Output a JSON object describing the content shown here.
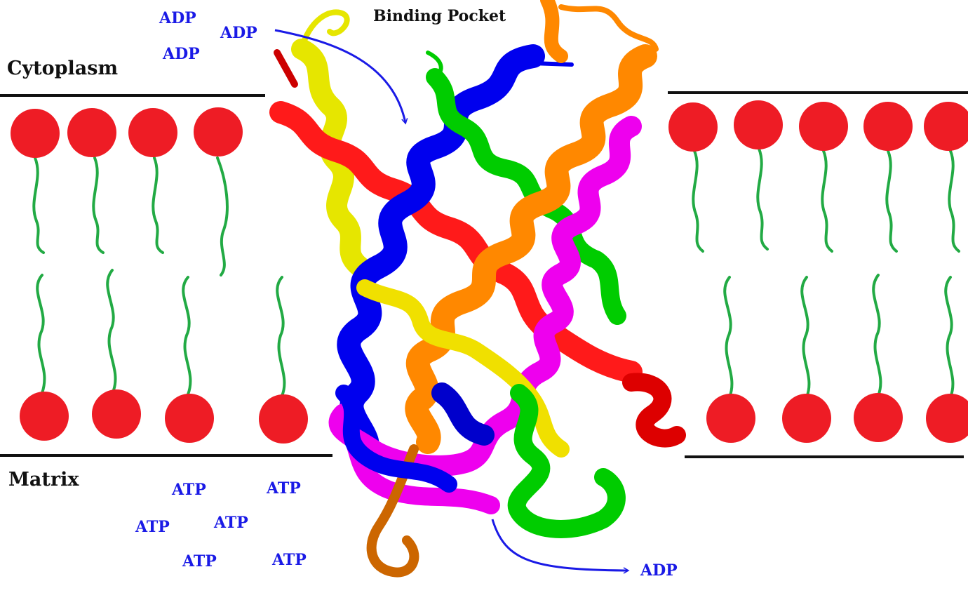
{
  "labels": {
    "cytoplasm": "Cytoplasm",
    "matrix": "Matrix",
    "binding_pocket": "Binding Pocket"
  },
  "molecules": {
    "adp_top": [
      "ADP",
      "ADP",
      "ADP"
    ],
    "atp_bottom": [
      "ATP",
      "ATP",
      "ATP",
      "ATP",
      "ATP",
      "ATP"
    ],
    "adp_out": "ADP"
  },
  "colors": {
    "membrane_line": "#111111",
    "phospholipid_head": "#ee1c25",
    "lipid_tail": "#22aa44",
    "arrow": "#1a1ae6",
    "molecule_text": "#1a1ae6",
    "protein_helices": [
      "#ff0000",
      "#ffff00",
      "#0000ff",
      "#ff8800",
      "#ff00ff",
      "#00dd00"
    ]
  }
}
